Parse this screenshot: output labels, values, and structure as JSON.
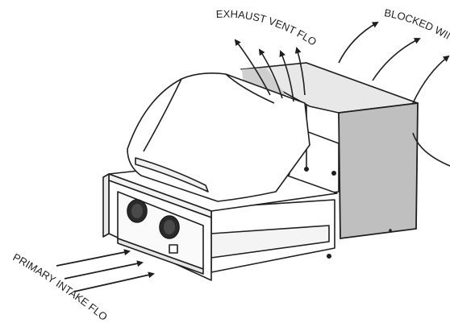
{
  "labels": {
    "exhaust": "EXHAUST VENT FLOW",
    "blocked": "BLOCKED WIND",
    "intake": "PRIMARY INTAKE FLOW"
  },
  "colors": {
    "line": "#1f1f1f",
    "wind_screen_fill": "#bfbfbf",
    "background": "#ffffff"
  }
}
